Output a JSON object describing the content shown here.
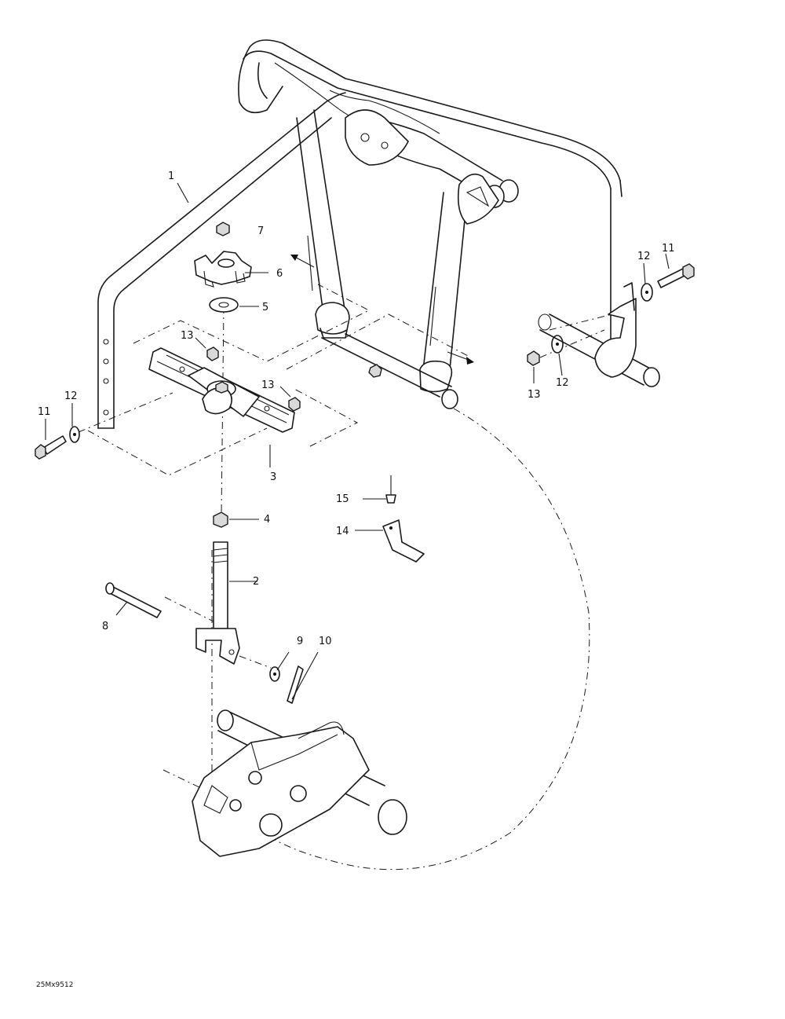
{
  "diagram_id": "25Mx9512",
  "callouts": [
    {
      "id": "c1",
      "text": "1"
    },
    {
      "id": "c2",
      "text": "2"
    },
    {
      "id": "c3",
      "text": "3"
    },
    {
      "id": "c4",
      "text": "4"
    },
    {
      "id": "c5",
      "text": "5"
    },
    {
      "id": "c6",
      "text": "6"
    },
    {
      "id": "c7",
      "text": "7"
    },
    {
      "id": "c8",
      "text": "8"
    },
    {
      "id": "c9",
      "text": "9"
    },
    {
      "id": "c10",
      "text": "10"
    },
    {
      "id": "c11a",
      "text": "11"
    },
    {
      "id": "c11b",
      "text": "11"
    },
    {
      "id": "c12a",
      "text": "12"
    },
    {
      "id": "c12b",
      "text": "12"
    },
    {
      "id": "c12c",
      "text": "12"
    },
    {
      "id": "c13a",
      "text": "13"
    },
    {
      "id": "c13b",
      "text": "13"
    },
    {
      "id": "c13c",
      "text": "13"
    },
    {
      "id": "c14",
      "text": "14"
    },
    {
      "id": "c15",
      "text": "15"
    }
  ]
}
